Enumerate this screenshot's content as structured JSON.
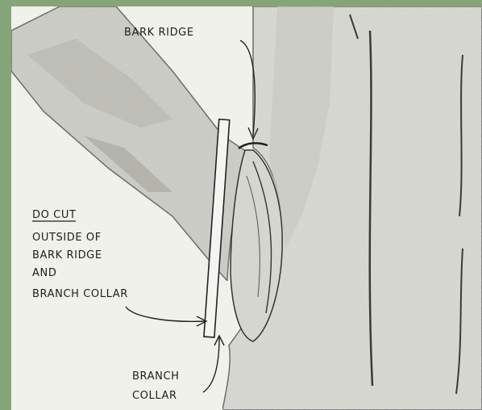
{
  "labels": {
    "bark_ridge": "BARK RIDGE",
    "do_cut": "DO CUT",
    "line1": "OUTSIDE OF",
    "line2": "BARK RIDGE",
    "line3": "AND",
    "line4": "BRANCH COLLAR",
    "branch": "BRANCH",
    "collar": "COLLAR"
  },
  "colors": {
    "frame": "#86a47a",
    "paper": "#f1f1ec",
    "bark_light": "#dcdcd6",
    "bark_dark": "#b9b9b2",
    "ink": "#1e1e1e"
  }
}
